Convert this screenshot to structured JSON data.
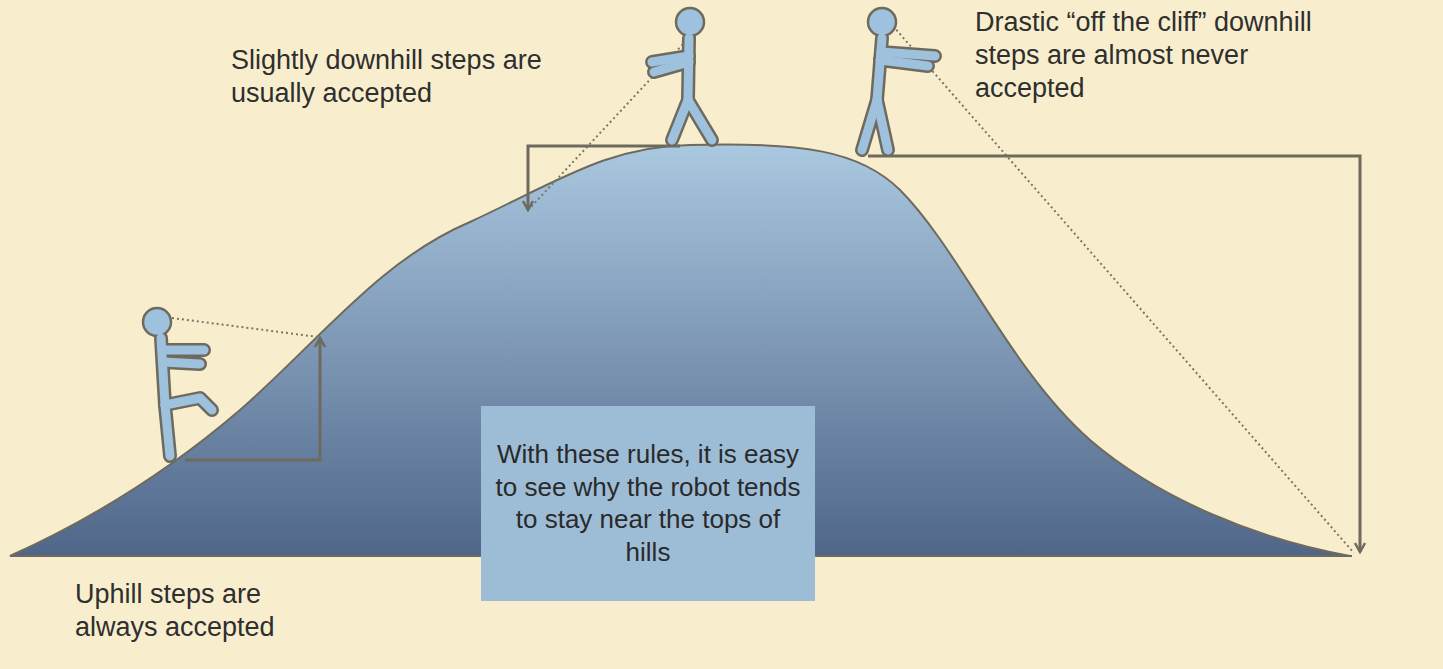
{
  "diagram": {
    "nodes": [
      {
        "text": [
          "With these rules, it is easy to see why the robot tends to stay near the tops of hills"
        ]
      }
    ],
    "labels": [
      "Slightly downhill steps are usually accepted",
      "Drastic “off the cliff” downhill steps are almost never accepted",
      "Uphill steps are always accepted"
    ]
  }
}
